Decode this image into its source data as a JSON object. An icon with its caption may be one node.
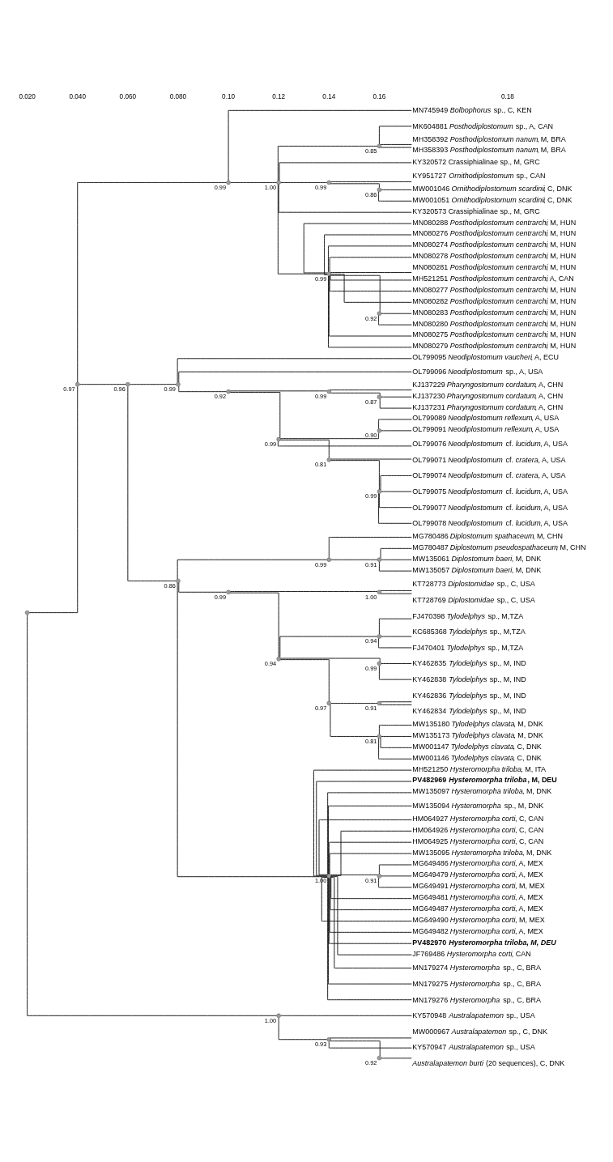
{
  "diagram": {
    "nodes": [
      {
        "text": [],
        "shape": "circle"
      },
      {
        "text": [],
        "shape": "circle",
        "beside": [
          "0.97"
        ]
      },
      {
        "text": [],
        "shape": "circle",
        "beside": [
          "0.99"
        ]
      },
      {
        "text": [
          "MN745949 *Bolbophorus* sp., C, KEN"
        ]
      },
      {
        "text": [],
        "shape": "circle",
        "beside": [
          "1.00"
        ]
      },
      {
        "text": [],
        "shape": "circle",
        "beside": [
          "0.85"
        ]
      },
      {
        "text": [
          "MK604881 *Posthodiplostomum* sp., A, CAN"
        ]
      },
      {
        "text": [
          "MH358392 *Posthodiplostomum nanum*, M, BRA"
        ]
      },
      {
        "text": [
          "MH358393 *Posthodiplostomum nanum*, M, BRA"
        ]
      },
      {
        "text": [
          "KY320572 Crassiphialinae sp., M, GRC"
        ]
      },
      {
        "text": [],
        "shape": "circle",
        "beside": [
          "0.99"
        ]
      },
      {
        "text": [
          "KY951727 *Ornithodiplostomum* sp., CAN"
        ]
      },
      {
        "text": [],
        "shape": "circle",
        "beside": [
          "0.86"
        ]
      },
      {
        "text": [
          "MW001046 *Ornithodiplostomum scardinii*, C, DNK"
        ]
      },
      {
        "text": [
          "MW001051 *Ornithodiplostomum scardinii*, C, DNK"
        ]
      },
      {
        "text": [
          "KY320573 Crassiphialinae sp., M, GRC"
        ]
      },
      {
        "text": [],
        "shape": "circle",
        "beside": [
          "0.99"
        ]
      },
      {
        "text": [
          "MN080288 *Posthodiplostomum centrarchi*, M, HUN"
        ]
      },
      {
        "text": [
          "MN080276 *Posthodiplostomum centrarchi*, M, HUN"
        ]
      },
      {
        "text": [
          "MN080274 *Posthodiplostomum centrarchi*, M, HUN"
        ]
      },
      {
        "text": [
          "MN080278 *Posthodiplostomum centrarchi*, M, HUN"
        ]
      },
      {
        "text": [
          "MN080281 *Posthodiplostomum centrarchi*, M, HUN"
        ]
      },
      {
        "text": [
          "MH521251 *Posthodiplostomum centrarchi*, A, CAN"
        ]
      },
      {
        "text": [
          "MN080277 *Posthodiplostomum centrarchi*, M, HUN"
        ]
      },
      {
        "text": [
          "MN080282 *Posthodiplostomum centrarchi*, M, HUN"
        ]
      },
      {
        "text": [],
        "shape": "circle",
        "beside": [
          "0.92"
        ]
      },
      {
        "text": [
          "MN080283 *Posthodiplostomum centrarchi*, M, HUN"
        ]
      },
      {
        "text": [
          "MN080280 *Posthodiplostomum centrarchi*, M, HUN"
        ]
      },
      {
        "text": [
          "MN080275 *Posthodiplostomum centrarchi*, M, HUN"
        ]
      },
      {
        "text": [
          "MN080279 *Posthodiplostomum centrarchi*, M, HUN"
        ]
      },
      {
        "text": [],
        "shape": "circle",
        "beside": [
          "0.96"
        ]
      },
      {
        "text": [],
        "shape": "circle",
        "beside": [
          "0.99"
        ]
      },
      {
        "text": [
          "OL799095 *Neodiplostomum vaucheri*, A, ECU"
        ]
      },
      {
        "text": [
          "OL799096 *Neodiplostomum* sp., A, USA"
        ]
      },
      {
        "text": [],
        "shape": "circle",
        "beside": [
          "0.92"
        ]
      },
      {
        "text": [],
        "shape": "circle",
        "beside": [
          "0.99"
        ]
      },
      {
        "text": [
          "KJ137229 *Pharyngostomum cordatum*, A, CHN"
        ]
      },
      {
        "text": [],
        "shape": "circle",
        "beside": [
          "0.87"
        ]
      },
      {
        "text": [
          "KJ137230 *Pharyngostomum cordatum*, A, CHN"
        ]
      },
      {
        "text": [
          "KJ137231 *Pharyngostomum cordatum*, A, CHN"
        ]
      },
      {
        "text": [],
        "shape": "circle",
        "beside": [
          "0.99"
        ]
      },
      {
        "text": [],
        "shape": "circle",
        "beside": [
          "0.90"
        ]
      },
      {
        "text": [
          "OL799089 *Neodiplostomum reflexum*, A, USA"
        ]
      },
      {
        "text": [
          "OL799091 *Neodiplostomum reflexum*, A, USA"
        ]
      },
      {
        "text": [
          "OL799076 *Neodiplostomum* cf. *lucidum*, A, USA"
        ]
      },
      {
        "text": [],
        "shape": "circle",
        "beside": [
          "0.81"
        ]
      },
      {
        "text": [
          "OL799071 *Neodiplostomum* cf. *cratera*, A, USA"
        ]
      },
      {
        "text": [],
        "shape": "circle",
        "beside": [
          "0.99"
        ]
      },
      {
        "text": [
          "OL799074 *Neodiplostomum* cf. *cratera*, A, USA"
        ]
      },
      {
        "text": [
          "OL799075 *Neodiplostomum* cf. *lucidum*, A, USA"
        ]
      },
      {
        "text": [
          "OL799077 *Neodiplostomum* cf. *lucidum*, A, USA"
        ]
      },
      {
        "text": [
          "OL799078 *Neodiplostomum* cf. *lucidum*, A, USA"
        ]
      },
      {
        "text": [],
        "shape": "circle",
        "beside": [
          "0.86"
        ]
      },
      {
        "text": [],
        "shape": "circle",
        "beside": [
          "0.99"
        ]
      },
      {
        "text": [
          "MG780486 *Diplostomum spathaceum*, M, CHN"
        ]
      },
      {
        "text": [],
        "shape": "circle",
        "beside": [
          "0.91"
        ]
      },
      {
        "text": [
          "MG780487 *Diplostomum pseudospathaceum*, M, CHN"
        ]
      },
      {
        "text": [
          "MW135061 *Diplostomum baeri*, M, DNK"
        ]
      },
      {
        "text": [
          "MW135057 *Diplostomum baeri*, M, DNK"
        ]
      },
      {
        "text": [],
        "shape": "circle",
        "beside": [
          "0.99"
        ]
      },
      {
        "text": [],
        "shape": "circle",
        "beside": [
          "1.00"
        ]
      },
      {
        "text": [
          "KT728773 *Diplostomidae* sp., C, USA"
        ]
      },
      {
        "text": [
          "KT728769 *Diplostomidae* sp., C, USA"
        ]
      },
      {
        "text": [],
        "shape": "circle",
        "beside": [
          "0.94"
        ]
      },
      {
        "text": [],
        "shape": "circle",
        "beside": [
          "0.94"
        ]
      },
      {
        "text": [
          "FJ470398 *Tylodelphys* sp., M,TZA"
        ]
      },
      {
        "text": [
          "KC685368 *Tylodelphys* sp., M,TZA"
        ]
      },
      {
        "text": [
          "FJ470401 *Tylodelphys* sp., M,TZA"
        ]
      },
      {
        "text": [],
        "shape": "circle",
        "beside": [
          "0.99"
        ]
      },
      {
        "text": [
          "KY462835 *Tylodelphys* sp., M, IND"
        ]
      },
      {
        "text": [
          "KY462838 *Tylodelphys* sp., M, IND"
        ]
      },
      {
        "text": [],
        "shape": "circle",
        "beside": [
          "0.97"
        ]
      },
      {
        "text": [],
        "shape": "circle",
        "beside": [
          "0.91"
        ]
      },
      {
        "text": [
          "KY462836 *Tylodelphys* sp., M, IND"
        ]
      },
      {
        "text": [
          "KY462834 *Tylodelphys* sp., M, IND"
        ]
      },
      {
        "text": [],
        "shape": "circle",
        "beside": [
          "0.81"
        ]
      },
      {
        "text": [
          "MW135180 *Tylodelphys clavata*, M, DNK"
        ]
      },
      {
        "text": [
          "MW135173 *Tylodelphys clavata*, M, DNK"
        ]
      },
      {
        "text": [
          "MW001147 *Tylodelphys clavata*, C, DNK"
        ]
      },
      {
        "text": [
          "MW001146 *Tylodelphys clavata*, C, DNK"
        ]
      },
      {
        "text": [],
        "shape": "circle",
        "beside": [
          "1.00"
        ]
      },
      {
        "text": [
          "MH521250 *Hysteromorpha triloba*, M, ITA"
        ]
      },
      {
        "text": [
          "PV482969 *Hysteromorpha triloba*, M, DEU"
        ]
      },
      {
        "text": [
          "MW135097 *Hysteromorpha triloba*, M, DNK"
        ]
      },
      {
        "text": [
          "MW135094 *Hysteromorpha* sp., M, DNK"
        ]
      },
      {
        "text": [
          "HM064927 *Hysteromorpha corti*, C, CAN"
        ]
      },
      {
        "text": [
          "HM064926 *Hysteromorpha corti*, C, CAN"
        ]
      },
      {
        "text": [
          "HM064925 *Hysteromorpha corti*, C, CAN"
        ]
      },
      {
        "text": [
          "MW135095 *Hysteromorpha triloba*, M, DNK"
        ]
      },
      {
        "text": [],
        "shape": "circle",
        "beside": [
          "0.91"
        ]
      },
      {
        "text": [
          "MG649486 *Hysteromorpha corti*, A, MEX"
        ]
      },
      {
        "text": [
          "MG649479 *Hysteromorpha corti*, A, MEX"
        ]
      },
      {
        "text": [
          "MG649491 *Hysteromorpha corti*, M, MEX"
        ]
      },
      {
        "text": [
          "MG649481 *Hysteromorpha corti*, A, MEX"
        ]
      },
      {
        "text": [
          "MG649487 *Hysteromorpha corti*, A, MEX"
        ]
      },
      {
        "text": [
          "MG649490 *Hysteromorpha corti*, M, MEX"
        ]
      },
      {
        "text": [
          "MG649482 *Hysteromorpha corti*, A, MEX"
        ]
      },
      {
        "text": [
          "PV482970 *Hysteromorpha triloba, M, DEU*"
        ]
      },
      {
        "text": [
          "JF769486 *Hysteromorpha corti*, CAN"
        ]
      },
      {
        "text": [
          "MN179274 *Hysteromorpha* sp., C, BRA"
        ]
      },
      {
        "text": [
          "MN179275 *Hysteromorpha* sp., C, BRA"
        ]
      },
      {
        "text": [
          "MN179276 *Hysteromorpha* sp., C, BRA"
        ]
      },
      {
        "text": [],
        "shape": "circle",
        "beside": [
          "1.00"
        ]
      },
      {
        "text": [
          "KY570948 *Australapatemon* sp., USA"
        ]
      },
      {
        "text": [],
        "shape": "circle",
        "beside": [
          "0.93"
        ]
      },
      {
        "text": [
          "MW000967 *Australapatemon* sp., C, DNK"
        ]
      },
      {
        "text": [
          "KY570947 *Australapatemon* sp., USA"
        ]
      },
      {
        "text": [],
        "shape": "circle",
        "beside": [
          "0.92"
        ]
      },
      {
        "text": [
          "*Australapatemon burti* (20 sequences), C, DNK"
        ]
      }
    ],
    "edges": [
      {
        "from": 0,
        "to": 1,
        "arrow": "none"
      },
      {
        "from": 0,
        "to": 102,
        "arrow": "none"
      },
      {
        "from": 1,
        "to": 2,
        "arrow": "none"
      },
      {
        "from": 1,
        "to": 30,
        "arrow": "none"
      },
      {
        "from": 2,
        "to": 3,
        "arrow": "none"
      },
      {
        "from": 2,
        "to": 4,
        "arrow": "none"
      },
      {
        "from": 4,
        "to": 5,
        "arrow": "none"
      },
      {
        "from": 4,
        "to": 9,
        "arrow": "none"
      },
      {
        "from": 4,
        "to": 10,
        "arrow": "none"
      },
      {
        "from": 4,
        "to": 15,
        "arrow": "none"
      },
      {
        "from": 4,
        "to": 16,
        "arrow": "none"
      },
      {
        "from": 5,
        "to": 6,
        "arrow": "none"
      },
      {
        "from": 5,
        "to": 7,
        "arrow": "none"
      },
      {
        "from": 5,
        "to": 8,
        "arrow": "none"
      },
      {
        "from": 10,
        "to": 11,
        "arrow": "none"
      },
      {
        "from": 10,
        "to": 12,
        "arrow": "none"
      },
      {
        "from": 12,
        "to": 13,
        "arrow": "none"
      },
      {
        "from": 12,
        "to": 14,
        "arrow": "none"
      },
      {
        "from": 16,
        "to": 17,
        "arrow": "none"
      },
      {
        "from": 16,
        "to": 18,
        "arrow": "none"
      },
      {
        "from": 16,
        "to": 19,
        "arrow": "none"
      },
      {
        "from": 16,
        "to": 20,
        "arrow": "none"
      },
      {
        "from": 16,
        "to": 21,
        "arrow": "none"
      },
      {
        "from": 16,
        "to": 22,
        "arrow": "none"
      },
      {
        "from": 16,
        "to": 23,
        "arrow": "none"
      },
      {
        "from": 16,
        "to": 24,
        "arrow": "none"
      },
      {
        "from": 16,
        "to": 25,
        "arrow": "none"
      },
      {
        "from": 16,
        "to": 28,
        "arrow": "none"
      },
      {
        "from": 16,
        "to": 29,
        "arrow": "none"
      },
      {
        "from": 25,
        "to": 26,
        "arrow": "none"
      },
      {
        "from": 25,
        "to": 27,
        "arrow": "none"
      },
      {
        "from": 30,
        "to": 31,
        "arrow": "none"
      },
      {
        "from": 30,
        "to": 52,
        "arrow": "none"
      },
      {
        "from": 31,
        "to": 32,
        "arrow": "none"
      },
      {
        "from": 31,
        "to": 33,
        "arrow": "none"
      },
      {
        "from": 31,
        "to": 34,
        "arrow": "none"
      },
      {
        "from": 34,
        "to": 35,
        "arrow": "none"
      },
      {
        "from": 34,
        "to": 40,
        "arrow": "none"
      },
      {
        "from": 35,
        "to": 36,
        "arrow": "none"
      },
      {
        "from": 35,
        "to": 37,
        "arrow": "none"
      },
      {
        "from": 37,
        "to": 38,
        "arrow": "none"
      },
      {
        "from": 37,
        "to": 39,
        "arrow": "none"
      },
      {
        "from": 40,
        "to": 41,
        "arrow": "none"
      },
      {
        "from": 40,
        "to": 44,
        "arrow": "none"
      },
      {
        "from": 40,
        "to": 45,
        "arrow": "none"
      },
      {
        "from": 41,
        "to": 42,
        "arrow": "none"
      },
      {
        "from": 41,
        "to": 43,
        "arrow": "none"
      },
      {
        "from": 45,
        "to": 46,
        "arrow": "none"
      },
      {
        "from": 45,
        "to": 47,
        "arrow": "none"
      },
      {
        "from": 47,
        "to": 48,
        "arrow": "none"
      },
      {
        "from": 47,
        "to": 49,
        "arrow": "none"
      },
      {
        "from": 47,
        "to": 50,
        "arrow": "none"
      },
      {
        "from": 47,
        "to": 51,
        "arrow": "none"
      },
      {
        "from": 52,
        "to": 53,
        "arrow": "none"
      },
      {
        "from": 52,
        "to": 59,
        "arrow": "none"
      },
      {
        "from": 52,
        "to": 80,
        "arrow": "none"
      },
      {
        "from": 53,
        "to": 54,
        "arrow": "none"
      },
      {
        "from": 53,
        "to": 55,
        "arrow": "none"
      },
      {
        "from": 55,
        "to": 56,
        "arrow": "none"
      },
      {
        "from": 55,
        "to": 57,
        "arrow": "none"
      },
      {
        "from": 55,
        "to": 58,
        "arrow": "none"
      },
      {
        "from": 59,
        "to": 60,
        "arrow": "none"
      },
      {
        "from": 59,
        "to": 63,
        "arrow": "none"
      },
      {
        "from": 60,
        "to": 61,
        "arrow": "none"
      },
      {
        "from": 60,
        "to": 62,
        "arrow": "none"
      },
      {
        "from": 63,
        "to": 64,
        "arrow": "none"
      },
      {
        "from": 63,
        "to": 68,
        "arrow": "none"
      },
      {
        "from": 63,
        "to": 71,
        "arrow": "none"
      },
      {
        "from": 64,
        "to": 65,
        "arrow": "none"
      },
      {
        "from": 64,
        "to": 66,
        "arrow": "none"
      },
      {
        "from": 64,
        "to": 67,
        "arrow": "none"
      },
      {
        "from": 68,
        "to": 69,
        "arrow": "none"
      },
      {
        "from": 68,
        "to": 70,
        "arrow": "none"
      },
      {
        "from": 71,
        "to": 72,
        "arrow": "none"
      },
      {
        "from": 71,
        "to": 75,
        "arrow": "none"
      },
      {
        "from": 72,
        "to": 73,
        "arrow": "none"
      },
      {
        "from": 72,
        "to": 74,
        "arrow": "none"
      },
      {
        "from": 75,
        "to": 76,
        "arrow": "none"
      },
      {
        "from": 75,
        "to": 77,
        "arrow": "none"
      },
      {
        "from": 75,
        "to": 78,
        "arrow": "none"
      },
      {
        "from": 75,
        "to": 79,
        "arrow": "none"
      },
      {
        "from": 80,
        "to": 81,
        "arrow": "none"
      },
      {
        "from": 80,
        "to": 82,
        "arrow": "none"
      },
      {
        "from": 80,
        "to": 83,
        "arrow": "none"
      },
      {
        "from": 80,
        "to": 84,
        "arrow": "none"
      },
      {
        "from": 80,
        "to": 85,
        "arrow": "none"
      },
      {
        "from": 80,
        "to": 86,
        "arrow": "none"
      },
      {
        "from": 80,
        "to": 87,
        "arrow": "none"
      },
      {
        "from": 80,
        "to": 88,
        "arrow": "none"
      },
      {
        "from": 80,
        "to": 89,
        "arrow": "none"
      },
      {
        "from": 80,
        "to": 93,
        "arrow": "none"
      },
      {
        "from": 80,
        "to": 94,
        "arrow": "none"
      },
      {
        "from": 80,
        "to": 95,
        "arrow": "none"
      },
      {
        "from": 80,
        "to": 96,
        "arrow": "none"
      },
      {
        "from": 80,
        "to": 97,
        "arrow": "none"
      },
      {
        "from": 80,
        "to": 98,
        "arrow": "none"
      },
      {
        "from": 80,
        "to": 99,
        "arrow": "none"
      },
      {
        "from": 80,
        "to": 100,
        "arrow": "none"
      },
      {
        "from": 80,
        "to": 101,
        "arrow": "none"
      },
      {
        "from": 89,
        "to": 90,
        "arrow": "none"
      },
      {
        "from": 89,
        "to": 91,
        "arrow": "none"
      },
      {
        "from": 89,
        "to": 92,
        "arrow": "none"
      },
      {
        "from": 102,
        "to": 103,
        "arrow": "none"
      },
      {
        "from": 102,
        "to": 104,
        "arrow": "none"
      },
      {
        "from": 104,
        "to": 105,
        "arrow": "none"
      },
      {
        "from": 104,
        "to": 106,
        "arrow": "none"
      },
      {
        "from": 104,
        "to": 107,
        "arrow": "none"
      },
      {
        "from": 107,
        "to": 108,
        "arrow": "none"
      }
    ],
    "labels": [
      "0.020",
      "0.040",
      "0.060",
      "0.080",
      "0.10",
      "0.12",
      "0.14",
      "0.16",
      "0.18"
    ]
  }
}
